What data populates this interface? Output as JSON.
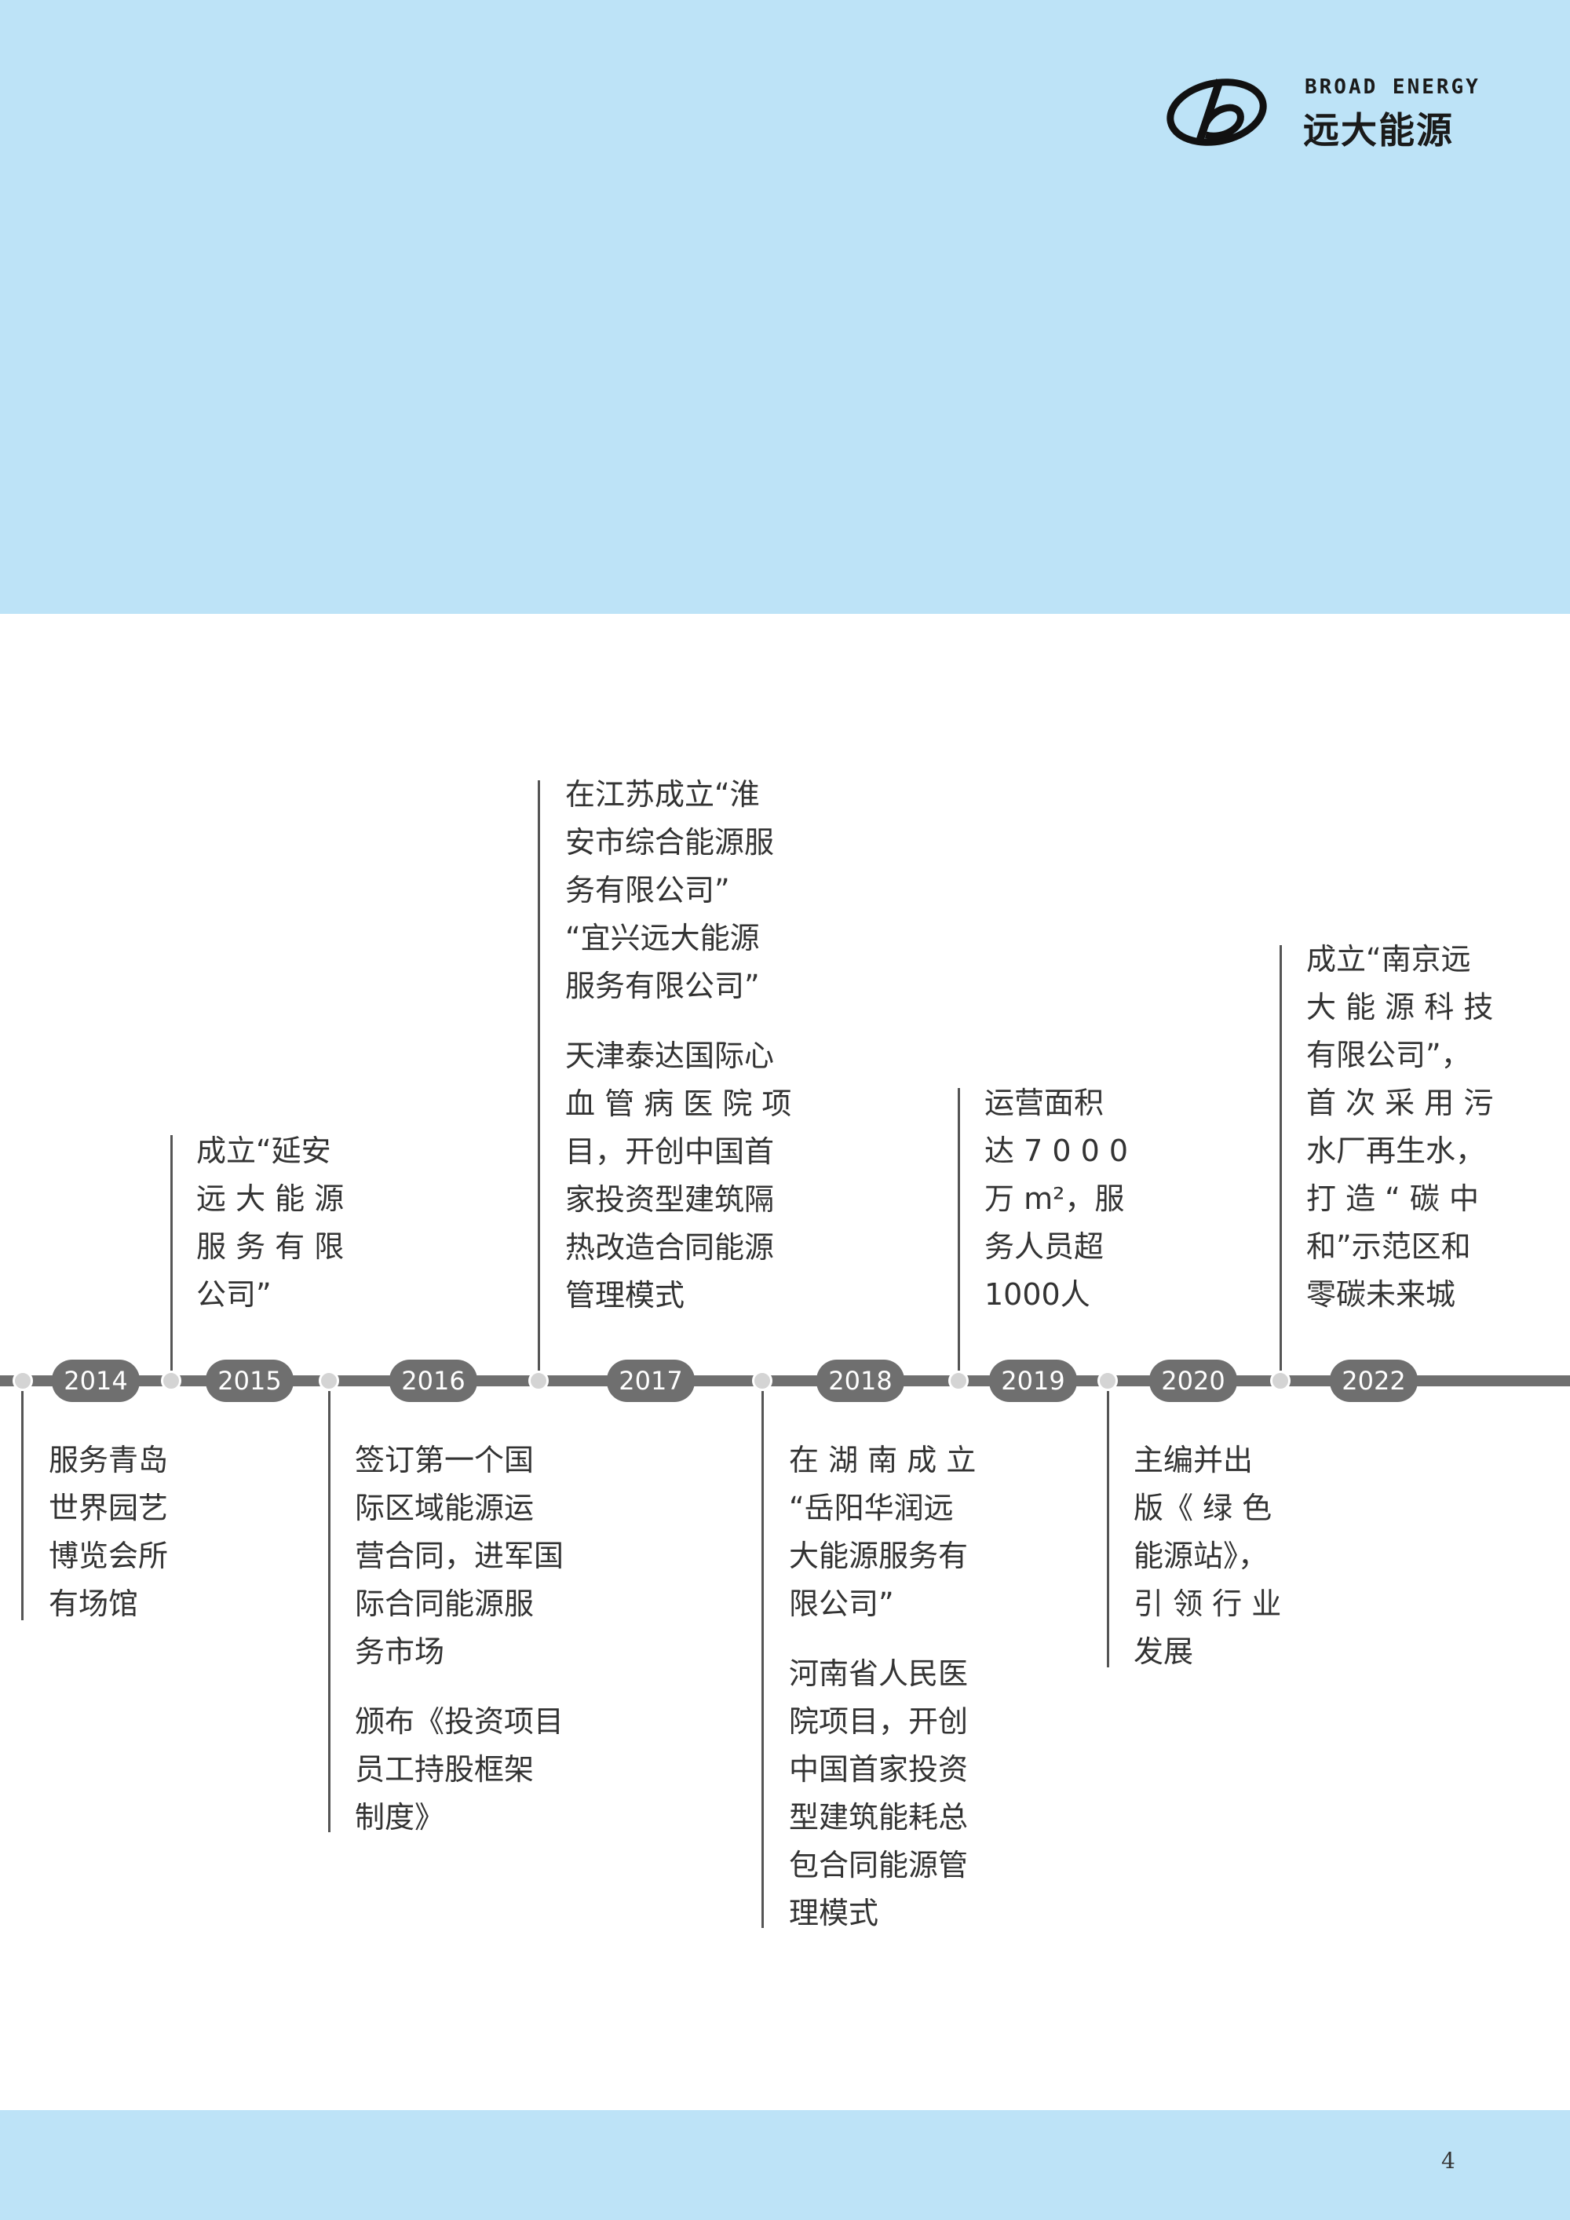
{
  "brand": {
    "name_en": "BROAD ENERGY",
    "name_cn": "远大能源",
    "logo_icon": "broad-energy-b-logo"
  },
  "colors": {
    "band": "#bde3f7",
    "timeline": "#6f6f6f",
    "text": "#333333"
  },
  "timeline": [
    {
      "year": "2014",
      "notes": [
        [
          "服务青岛",
          "世界园艺",
          "博览会所",
          "有场馆"
        ]
      ]
    },
    {
      "year": "2015",
      "notes": [
        [
          "成立“延安",
          "远 大 能 源",
          "服 务 有 限",
          "公司”"
        ]
      ]
    },
    {
      "year": "2016",
      "notes": [
        [
          "签订第一个国",
          "际区域能源运",
          "营合同，进军国",
          "际合同能源服",
          "务市场"
        ],
        [
          "颁布《投资项目",
          "员工持股框架",
          "制度》"
        ]
      ]
    },
    {
      "year": "2017",
      "notes": [
        [
          "在江苏成立“淮",
          "安市综合能源服",
          "务有限公司”",
          "“宜兴远大能源",
          "服务有限公司”"
        ],
        [
          "天津泰达国际心",
          "血 管 病 医 院 项",
          "目，开创中国首",
          "家投资型建筑隔",
          "热改造合同能源",
          "管理模式"
        ]
      ]
    },
    {
      "year": "2018",
      "notes": [
        [
          "在 湖 南 成 立",
          "“岳阳华润远",
          "大能源服务有",
          "限公司”"
        ],
        [
          "河南省人民医",
          "院项目，开创",
          "中国首家投资",
          "型建筑能耗总",
          "包合同能源管",
          "理模式"
        ]
      ]
    },
    {
      "year": "2019",
      "notes": [
        [
          "运营面积",
          "达 7 0 0 0",
          "万 m²，服",
          "务人员超",
          "1000人"
        ]
      ]
    },
    {
      "year": "2020",
      "notes": [
        [
          "主编并出",
          "版《 绿 色",
          "能源站》，",
          "引 领 行 业",
          "发展"
        ]
      ]
    },
    {
      "year": "2022",
      "notes": [
        [
          "成立“南京远",
          "大 能 源 科 技",
          "有限公司”，",
          "首 次 采 用 污",
          "水厂再生水，",
          "打 造 “ 碳 中",
          "和”示范区和",
          "零碳未来城"
        ]
      ]
    }
  ],
  "page_number": "4"
}
